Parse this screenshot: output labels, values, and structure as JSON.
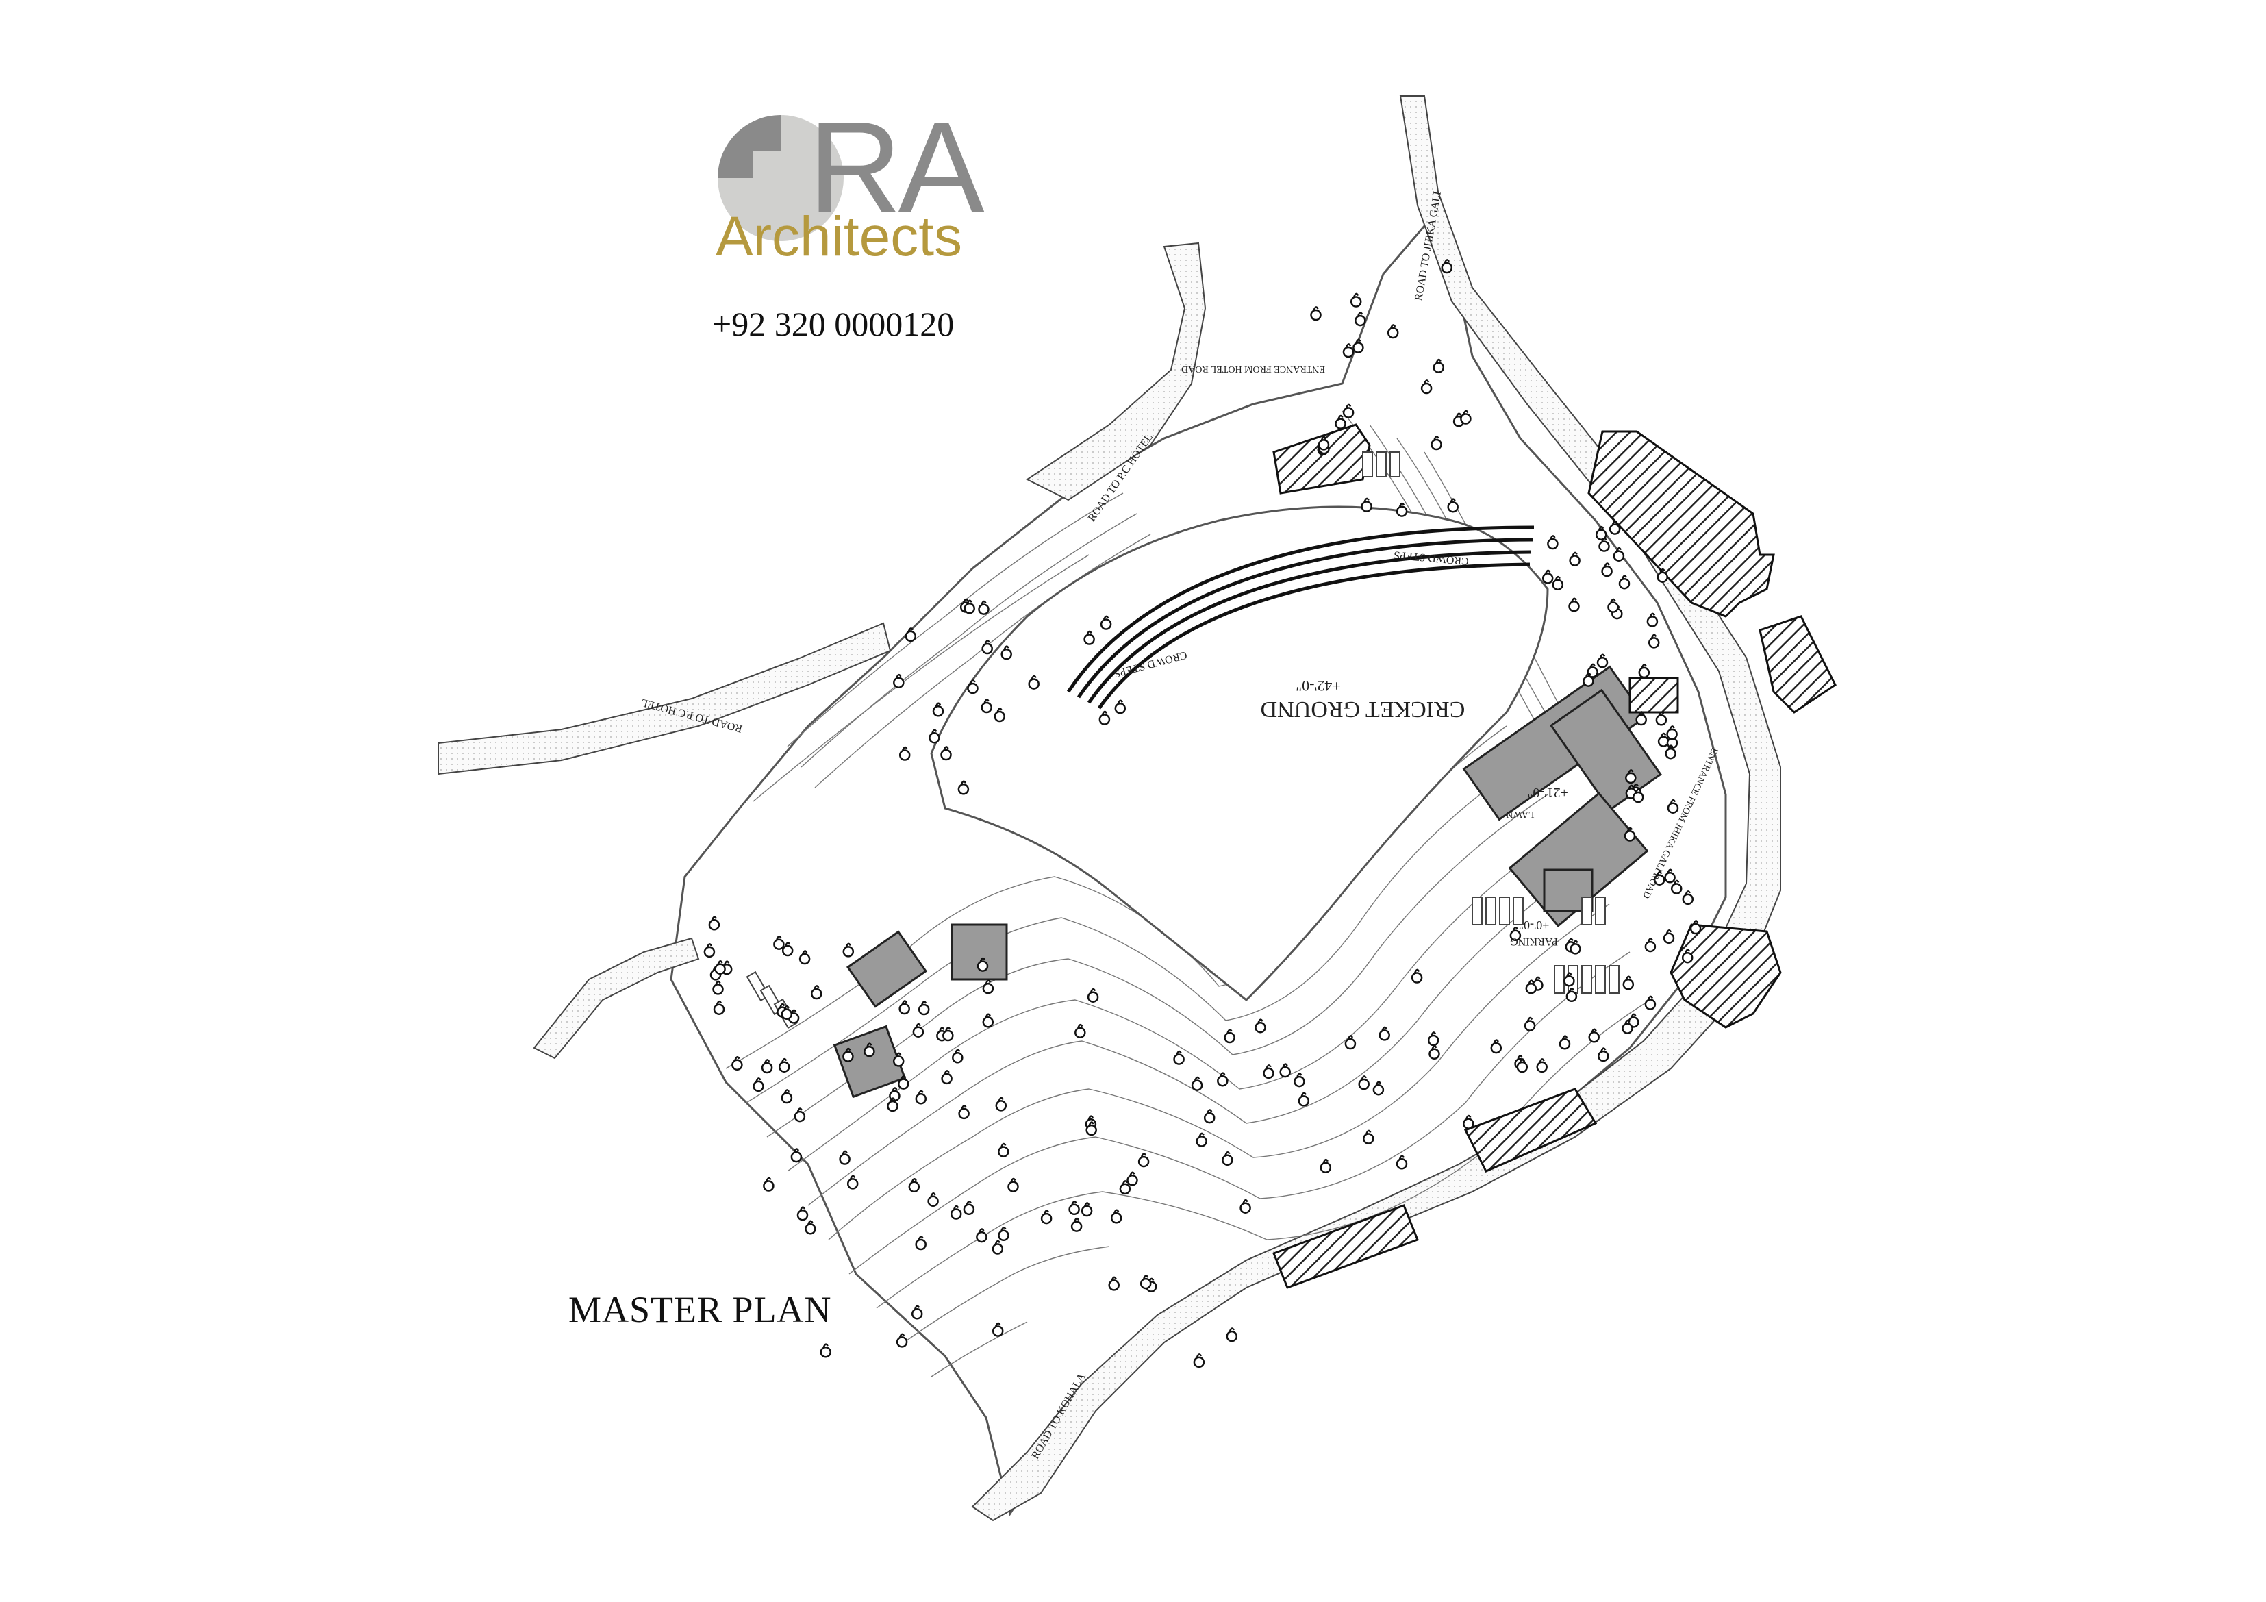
{
  "brand": {
    "mark": "RA",
    "name": "Architects",
    "phone": "+92 320 0000120",
    "mark_color_gray": "#8a8a8a",
    "mark_color_light": "#c8c8c6",
    "name_color": "#b5993e"
  },
  "drawing": {
    "title": "MASTER PLAN",
    "ground_label": "CRICKET GROUND",
    "ground_level": "+42'-0\"",
    "lawn_label": "LAWN",
    "lawn_level": "+21'-0\"",
    "parking_label": "PARKING",
    "parking_level": "+0'-0\"",
    "crowd_steps_left": "CROWD STEPS",
    "crowd_steps_right": "CROWD STEPS",
    "roads": {
      "road_pc_hotel": "ROAD TO P.C HOTEL",
      "road_pc_hotel_north": "ROAD TO P.C HOTEL",
      "road_jhika_gali": "ROAD TO JHIKA GALI",
      "road_kohala": "ROAD TO KOHALA",
      "entrance_hotel_road": "ENTRANCE FROM HOTEL ROAD",
      "entrance_jhika_gali": "ENTRANCE FROM JHIKA GALI ROAD"
    },
    "colors": {
      "line": "#333333",
      "building_fill": "#9a9a9a",
      "hatch": "#222222"
    }
  }
}
